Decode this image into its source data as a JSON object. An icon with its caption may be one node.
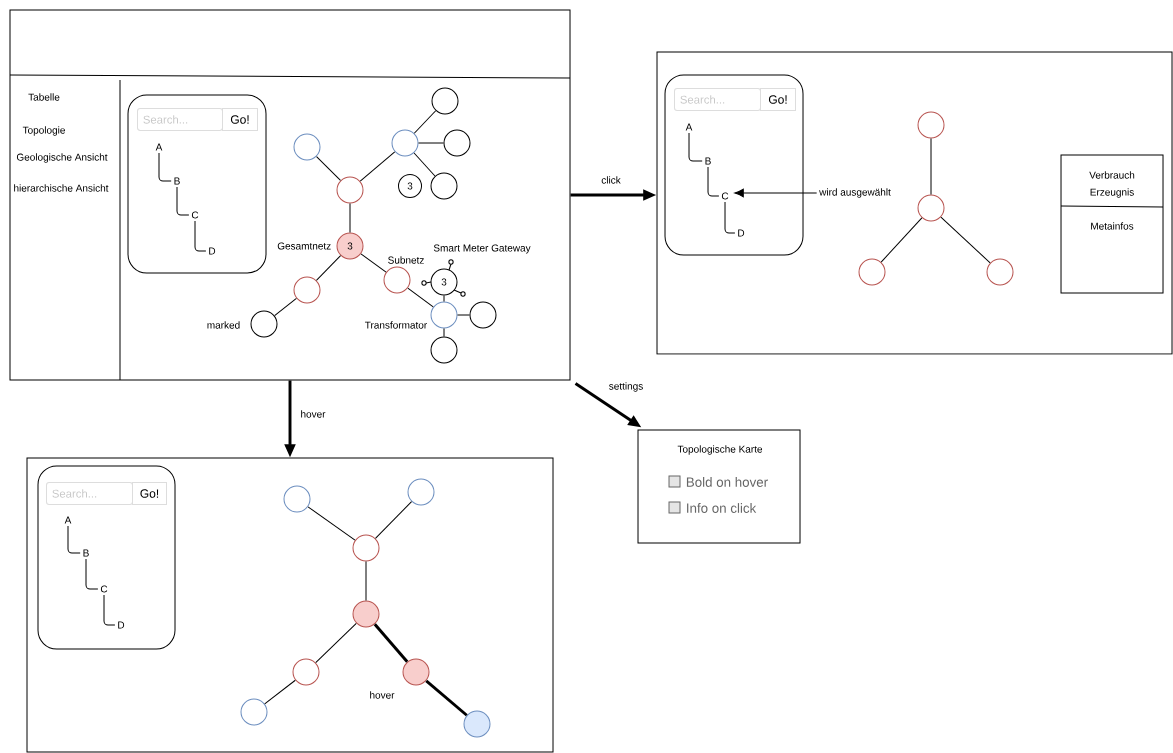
{
  "diagram": {
    "nodes": [
      {
        "text": [],
        "shape": "box"
      },
      {
        "text": [],
        "shape": "box",
        "in": 0
      },
      {
        "text": [
          "A"
        ],
        "in": 1
      },
      {
        "text": [
          "B"
        ],
        "in": 1
      },
      {
        "text": [
          "C"
        ],
        "in": 1
      },
      {
        "text": [
          "D"
        ],
        "in": 1
      },
      {
        "text": [],
        "shape": "circle",
        "in": 0
      },
      {
        "text": [],
        "shape": "circle",
        "in": 0
      },
      {
        "text": [],
        "shape": "circle",
        "in": 0
      },
      {
        "text": [],
        "shape": "circle",
        "in": 0
      },
      {
        "text": [],
        "shape": "circle",
        "in": 0
      },
      {
        "text": [
          "3"
        ],
        "in": 0
      },
      {
        "text": [],
        "shape": "circle",
        "in": 0
      },
      {
        "text": [
          "3"
        ],
        "beside": [
          "Gesamtnetz"
        ],
        "in": 0
      },
      {
        "text": [
          "3"
        ],
        "beside": [
          "Smart Meter Gateway"
        ],
        "in": 0
      },
      {
        "text": [],
        "shape": "circle",
        "beside": [
          "Subnetz"
        ],
        "in": 0
      },
      {
        "text": [],
        "shape": "circle",
        "in": 0
      },
      {
        "text": [],
        "shape": "circle",
        "beside": [
          "Transformator"
        ],
        "in": 0
      },
      {
        "text": [],
        "shape": "circle",
        "in": 0
      },
      {
        "text": [],
        "shape": "circle",
        "beside": [
          "marked"
        ],
        "in": 0
      },
      {
        "text": [],
        "shape": "circle",
        "in": 0
      },
      {
        "text": [],
        "shape": "box"
      },
      {
        "text": [],
        "shape": "box",
        "in": 21
      },
      {
        "text": [
          "A"
        ],
        "in": 22
      },
      {
        "text": [
          "B"
        ],
        "in": 22
      },
      {
        "text": [
          "C"
        ],
        "in": 22
      },
      {
        "text": [
          "D"
        ],
        "in": 22
      },
      {
        "text": [],
        "shape": "circle",
        "in": 21
      },
      {
        "text": [
          "wird ausgewählt"
        ],
        "in": 21
      },
      {
        "text": [],
        "shape": "circle",
        "in": 21
      },
      {
        "text": [],
        "shape": "circle",
        "in": 21
      },
      {
        "text": [],
        "shape": "circle",
        "in": 21
      },
      {
        "text": [
          "Verbrauch",
          "Erzeugnis",
          "Metainfos"
        ],
        "in": 21
      },
      {
        "text": [
          "Topologische Karte",
          "Bold on hover",
          "Info on click"
        ]
      },
      {
        "text": [],
        "shape": "box"
      },
      {
        "text": [],
        "shape": "box",
        "in": 34
      },
      {
        "text": [
          "A"
        ],
        "in": 35
      },
      {
        "text": [
          "B"
        ],
        "in": 35
      },
      {
        "text": [
          "C"
        ],
        "in": 35
      },
      {
        "text": [
          "D"
        ],
        "in": 35
      },
      {
        "text": [],
        "shape": "circle",
        "in": 34
      },
      {
        "text": [],
        "shape": "circle",
        "in": 34
      },
      {
        "text": [],
        "shape": "circle",
        "in": 34
      },
      {
        "text": [],
        "shape": "circle",
        "in": 34
      },
      {
        "text": [],
        "shape": "circle",
        "in": 34
      },
      {
        "text": [],
        "shape": "circle",
        "in": 34
      },
      {
        "text": [],
        "shape": "circle",
        "in": 34
      },
      {
        "text": [],
        "shape": "circle",
        "in": 34
      }
    ],
    "edges": [
      {
        "from": 0,
        "to": 21,
        "arrow": "to",
        "label": "click",
        "style": "thick"
      },
      {
        "from": 0,
        "to": 34,
        "arrow": "to",
        "label": "hover",
        "style": "thick"
      },
      {
        "from": 0,
        "to": 33,
        "arrow": "to",
        "label": "settings",
        "style": "thick"
      },
      {
        "from": 2,
        "to": 3,
        "arrow": "none"
      },
      {
        "from": 3,
        "to": 4,
        "arrow": "none"
      },
      {
        "from": 4,
        "to": 5,
        "arrow": "none"
      },
      {
        "from": 6,
        "to": 10,
        "arrow": "none"
      },
      {
        "from": 10,
        "to": 8,
        "arrow": "none"
      },
      {
        "from": 8,
        "to": 7,
        "arrow": "none"
      },
      {
        "from": 8,
        "to": 9,
        "arrow": "none"
      },
      {
        "from": 8,
        "to": 12,
        "arrow": "none"
      },
      {
        "from": 10,
        "to": 13,
        "arrow": "none"
      },
      {
        "from": 13,
        "to": 16,
        "arrow": "none"
      },
      {
        "from": 16,
        "to": 19,
        "arrow": "none"
      },
      {
        "from": 13,
        "to": 15,
        "arrow": "none"
      },
      {
        "from": 15,
        "to": 17,
        "arrow": "none"
      },
      {
        "from": 14,
        "to": 17,
        "arrow": "none"
      },
      {
        "from": 17,
        "to": 18,
        "arrow": "none"
      },
      {
        "from": 17,
        "to": 20,
        "arrow": "none"
      },
      {
        "from": 23,
        "to": 24,
        "arrow": "none"
      },
      {
        "from": 24,
        "to": 25,
        "arrow": "none"
      },
      {
        "from": 25,
        "to": 26,
        "arrow": "none"
      },
      {
        "from": 28,
        "to": 25,
        "arrow": "to"
      },
      {
        "from": 29,
        "to": 27,
        "arrow": "none"
      },
      {
        "from": 29,
        "to": 30,
        "arrow": "none"
      },
      {
        "from": 29,
        "to": 31,
        "arrow": "none"
      },
      {
        "from": 36,
        "to": 37,
        "arrow": "none"
      },
      {
        "from": 37,
        "to": 38,
        "arrow": "none"
      },
      {
        "from": 38,
        "to": 39,
        "arrow": "none"
      },
      {
        "from": 40,
        "to": 42,
        "arrow": "none"
      },
      {
        "from": 41,
        "to": 42,
        "arrow": "none"
      },
      {
        "from": 42,
        "to": 43,
        "arrow": "none"
      },
      {
        "from": 43,
        "to": 44,
        "arrow": "none"
      },
      {
        "from": 44,
        "to": 46,
        "arrow": "none"
      },
      {
        "from": 43,
        "to": 45,
        "arrow": "none",
        "style": "thick"
      },
      {
        "from": 45,
        "to": 47,
        "arrow": "none",
        "style": "thick"
      }
    ],
    "labels": [
      "Tabelle",
      "Topologie",
      "Geologische Ansicht",
      "hierarchische Ansicht",
      "Search...",
      "Go!",
      "Search...",
      "Go!",
      "Search...",
      "Go!",
      "hover"
    ]
  }
}
